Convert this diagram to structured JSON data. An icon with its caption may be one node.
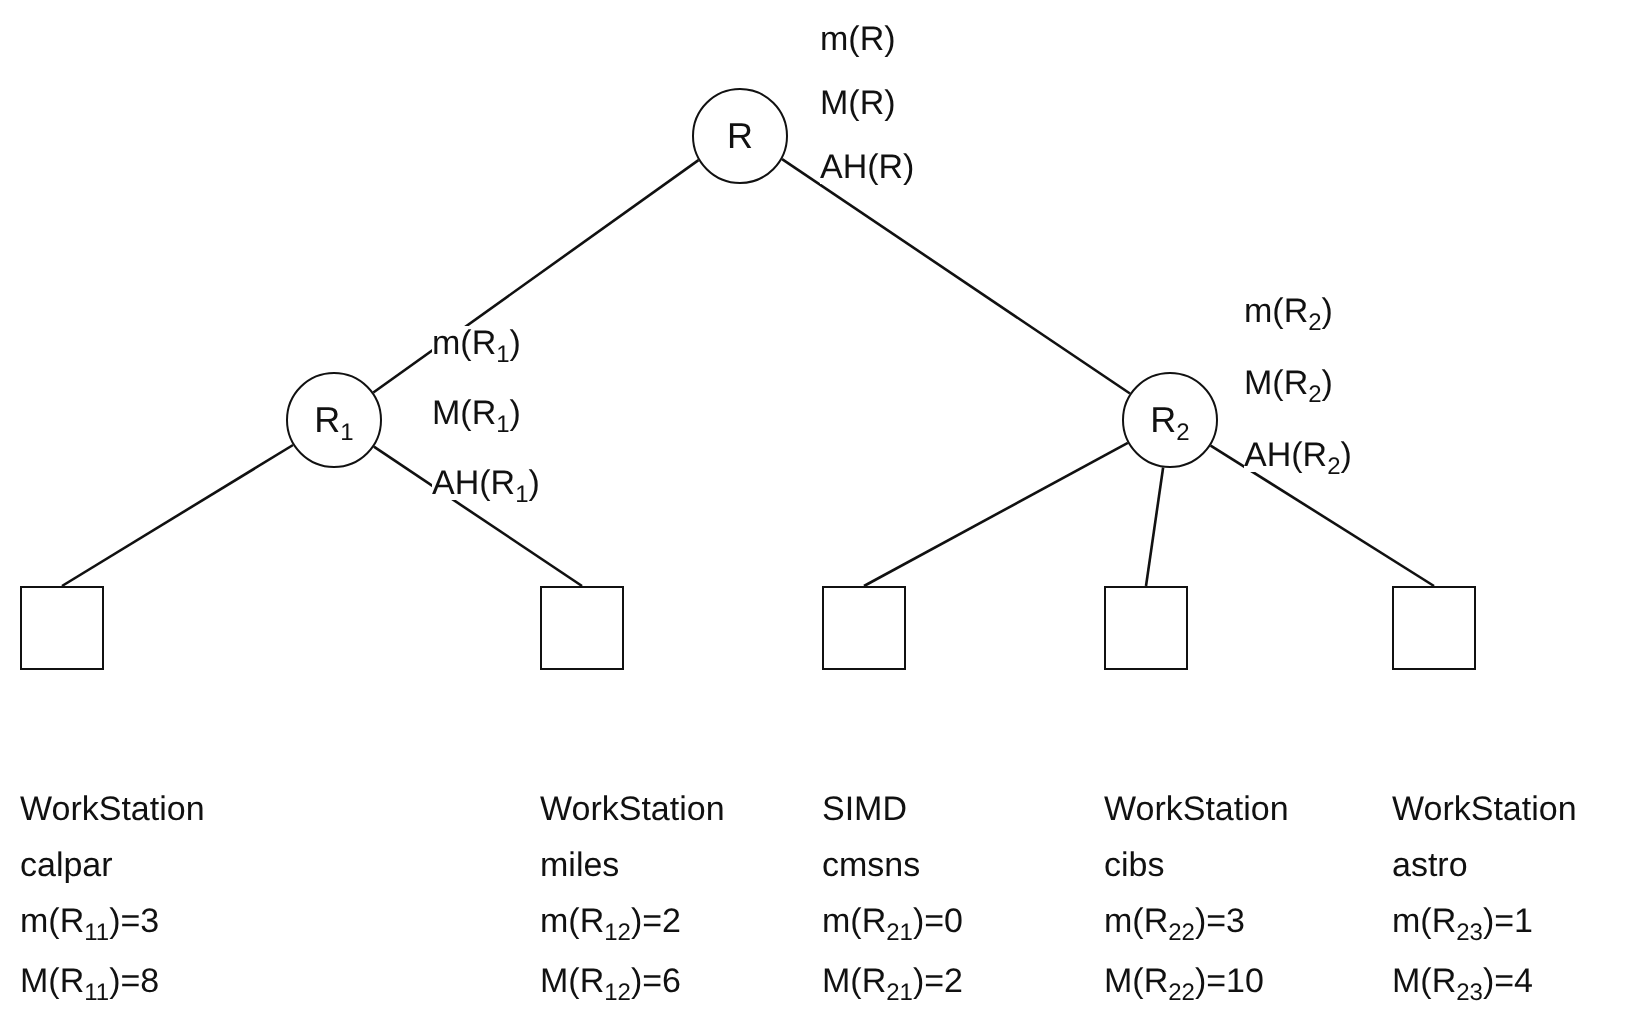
{
  "diagram": {
    "nodes": [
      {
        "text": [
          "R"
        ],
        "beside": [
          "m(R)",
          "M(R)",
          "AH(R)"
        ]
      },
      {
        "text": [
          "R$_{1}$"
        ],
        "beside": [
          "m(R$_{1}$)",
          "M(R$_{1}$)",
          "AH(R$_{1}$)"
        ]
      },
      {
        "text": [
          "R$_{2}$"
        ],
        "beside": [
          "m(R$_{2}$)",
          "M(R$_{2}$)",
          "AH(R$_{2}$)"
        ]
      },
      {
        "text": [],
        "shape": "box",
        "beside": [
          "WorkStation",
          "calpar",
          "m(R$_{11}$)=3",
          "M(R$_{11}$)=8"
        ]
      },
      {
        "text": [],
        "shape": "box",
        "beside": [
          "WorkStation",
          "miles",
          "m(R$_{12}$)=2",
          "M(R$_{12}$)=6"
        ]
      },
      {
        "text": [],
        "shape": "box",
        "beside": [
          "SIMD",
          "cmsns",
          "m(R$_{21}$)=0",
          "M(R$_{21}$)=2"
        ]
      },
      {
        "text": [],
        "shape": "box",
        "beside": [
          "WorkStation",
          "cibs",
          "m(R$_{22}$)=3",
          "M(R$_{22}$)=10"
        ]
      },
      {
        "text": [],
        "shape": "box",
        "beside": [
          "WorkStation",
          "astro",
          "m(R$_{23}$)=1",
          "M(R$_{23}$)=4"
        ]
      }
    ],
    "edges": [
      {
        "from": 0,
        "to": 1,
        "arrow": "none"
      },
      {
        "from": 0,
        "to": 2,
        "arrow": "none"
      },
      {
        "from": 1,
        "to": 3,
        "arrow": "none"
      },
      {
        "from": 1,
        "to": 4,
        "arrow": "none"
      },
      {
        "from": 2,
        "to": 5,
        "arrow": "none"
      },
      {
        "from": 2,
        "to": 6,
        "arrow": "none"
      },
      {
        "from": 2,
        "to": 7,
        "arrow": "none"
      }
    ]
  }
}
